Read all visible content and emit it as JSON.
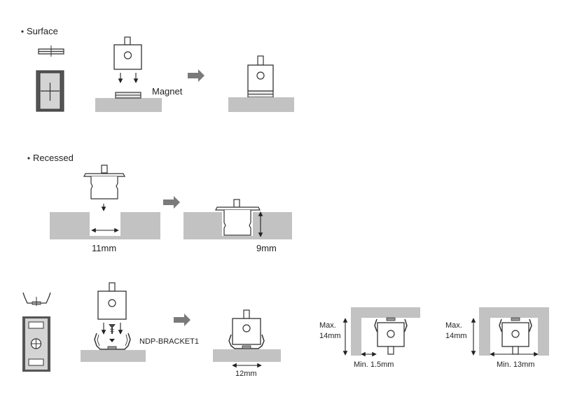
{
  "sections": {
    "surface": {
      "title": "Surface",
      "magnet_label": "Magnet"
    },
    "recessed": {
      "title": "Recessed",
      "width_label": "11mm",
      "depth_label": "9mm"
    },
    "bracket": {
      "bracket_label": "NDP-BRACKET1",
      "width_label": "12mm",
      "max_label_line1": "Max.",
      "max_label_line2": "14mm",
      "min_gap_label": "Min. 1.5mm",
      "min_width_label": "Min. 13mm"
    }
  },
  "colors": {
    "surface_gray": "#c2c2c2",
    "arrow_gray": "#7a7a7a",
    "line": "#333333",
    "text": "#222222"
  }
}
